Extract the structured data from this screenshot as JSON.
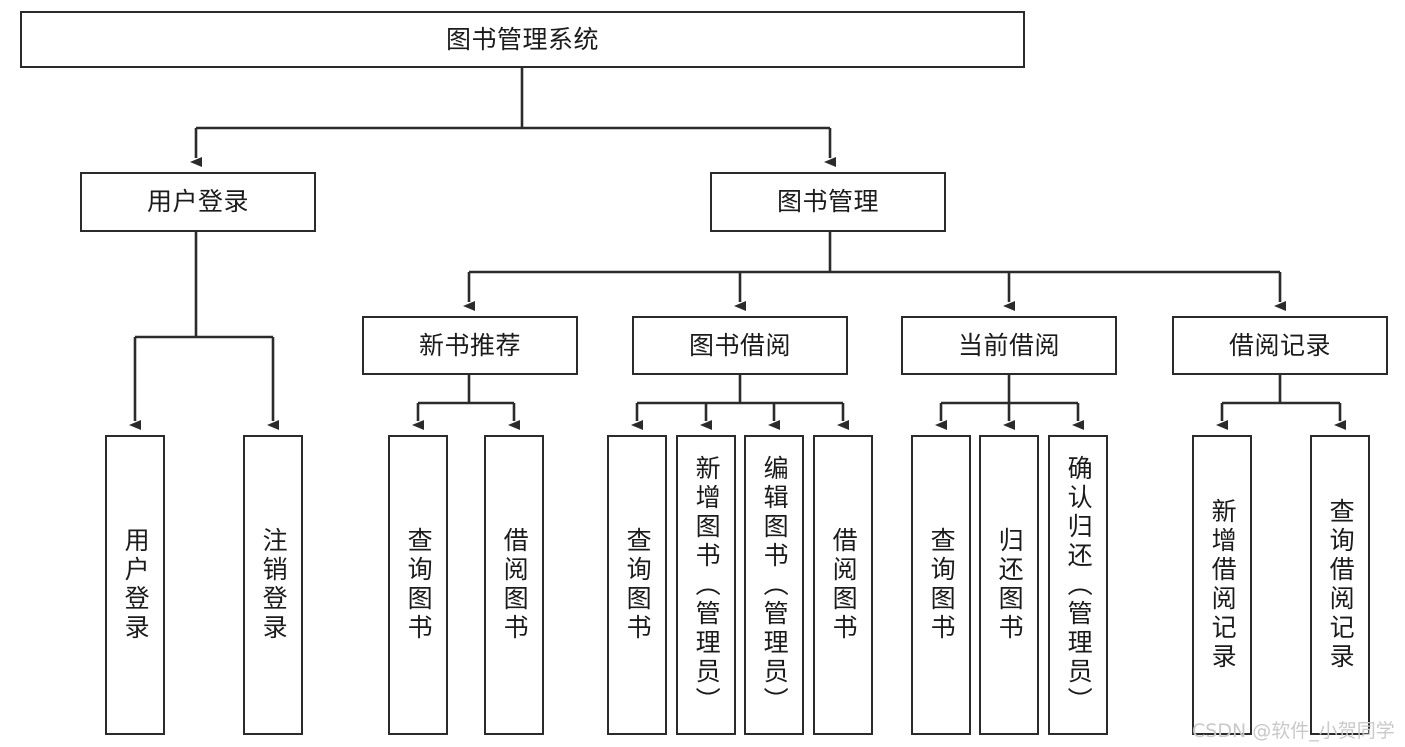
{
  "diagram": {
    "title": "图书管理系统",
    "type": "tree-hierarchy-chart",
    "watermark": "CSDN @软件_小贺同学",
    "edge_color": "#2b2b2b",
    "node_border_color": "#2b2b2b",
    "node_fill_color": "#ffffff",
    "text_color": "#1b1b1b"
  },
  "nodes": {
    "root": {
      "label": "图书管理系统"
    },
    "tier2": [
      {
        "id": "user-login",
        "label": "用户登录"
      },
      {
        "id": "book-management",
        "label": "图书管理"
      }
    ],
    "tier3": [
      {
        "id": "new-book-recommend",
        "label": "新书推荐"
      },
      {
        "id": "book-borrow",
        "label": "图书借阅"
      },
      {
        "id": "current-borrow",
        "label": "当前借阅"
      },
      {
        "id": "borrow-record",
        "label": "借阅记录"
      }
    ],
    "leaves": {
      "user_login": [
        {
          "id": "leaf-user-login",
          "label": "用户登录"
        },
        {
          "id": "leaf-logout-login",
          "label": "注销登录"
        }
      ],
      "new_book_recommend": [
        {
          "id": "leaf-query-book-1",
          "label": "查询图书"
        },
        {
          "id": "leaf-borrow-book-1",
          "label": "借阅图书"
        }
      ],
      "book_borrow": [
        {
          "id": "leaf-query-book-2",
          "label": "查询图书"
        },
        {
          "id": "leaf-add-book-admin",
          "label": "新增图书（管理员）"
        },
        {
          "id": "leaf-edit-book-admin",
          "label": "编辑图书（管理员）"
        },
        {
          "id": "leaf-borrow-book-2",
          "label": "借阅图书"
        }
      ],
      "current_borrow": [
        {
          "id": "leaf-query-book-3",
          "label": "查询图书"
        },
        {
          "id": "leaf-return-book",
          "label": "归还图书"
        },
        {
          "id": "leaf-confirm-return-admin",
          "label": "确认归还（管理员）"
        }
      ],
      "borrow_record": [
        {
          "id": "leaf-add-borrow-record",
          "label": "新增借阅记录"
        },
        {
          "id": "leaf-query-borrow-record",
          "label": "查询借阅记录"
        }
      ]
    }
  }
}
